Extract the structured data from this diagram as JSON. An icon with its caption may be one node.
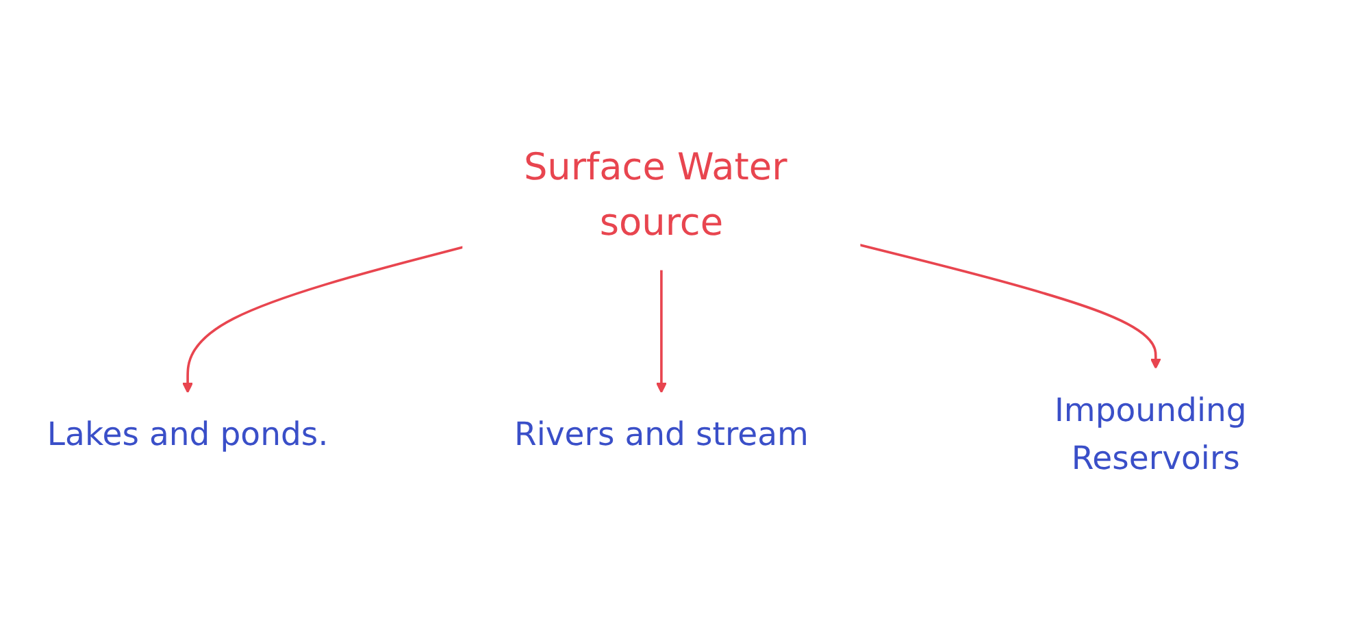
{
  "diagram": {
    "nodes": [
      {
        "text": [
          "Surface Water source"
        ]
      },
      {
        "text": [
          "Lakes and ponds."
        ]
      },
      {
        "text": [
          "Rivers and stream"
        ]
      },
      {
        "text": [
          "Impounding Reservoirs"
        ]
      }
    ],
    "edges": [
      {
        "from": 0,
        "to": 1,
        "arrow": "to"
      },
      {
        "from": 0,
        "to": 2,
        "arrow": "to"
      },
      {
        "from": 0,
        "to": 3,
        "arrow": "to"
      }
    ]
  }
}
